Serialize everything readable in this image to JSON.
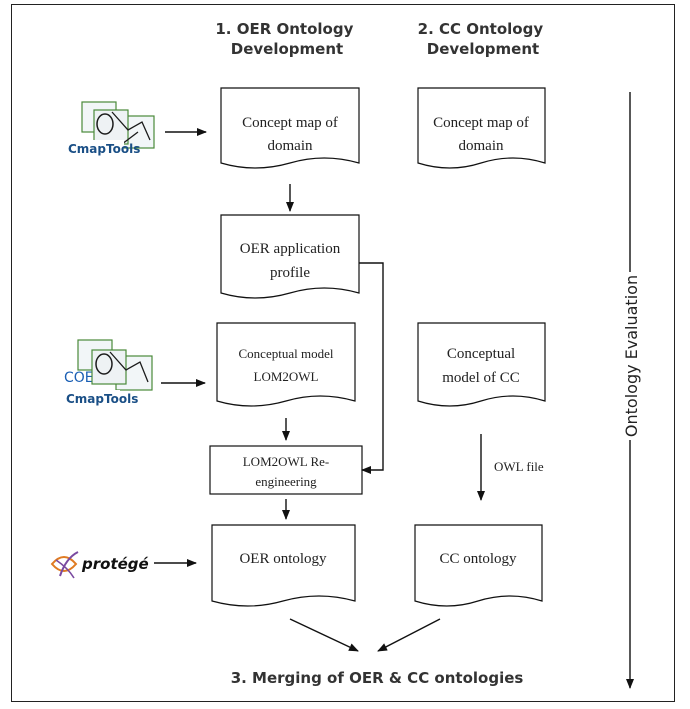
{
  "columns": {
    "oer": [
      "1. OER Ontology",
      "Development"
    ],
    "cc": [
      "2. CC Ontology",
      "Development"
    ]
  },
  "nodes": {
    "oer_concept": [
      "Concept map of",
      "domain"
    ],
    "cc_concept": [
      "Concept map of",
      "domain"
    ],
    "oer_profile": [
      "OER application",
      "profile"
    ],
    "oer_conceptual": [
      "Conceptual model",
      "LOM2OWL"
    ],
    "cc_conceptual": [
      "Conceptual",
      "model of  CC"
    ],
    "reengineering": [
      "LOM2OWL Re-",
      "engineering"
    ],
    "oer_ontology": "OER ontology",
    "cc_ontology": "CC ontology"
  },
  "edge_labels": {
    "owl_file": "OWL file"
  },
  "tools": {
    "cmaptools_1": "CmapTools",
    "coe": "COE",
    "cmaptools_2": "CmapTools",
    "protege": "protégé"
  },
  "merge_label": "3. Merging of OER & CC ontologies",
  "evaluation_label": "Ontology  Evaluation",
  "colors": {
    "cmap_blue": "#1a5fb4",
    "cmap_green": "#4a8a3a",
    "protege_orange": "#e07b22",
    "protege_purple": "#7a4aa0"
  }
}
